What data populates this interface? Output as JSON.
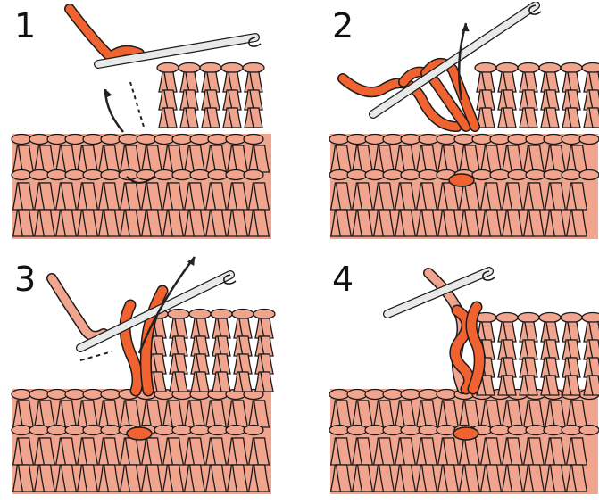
{
  "panels": [
    {
      "number": "1",
      "step": 1
    },
    {
      "number": "2",
      "step": 2
    },
    {
      "number": "3",
      "step": 3
    },
    {
      "number": "4",
      "step": 4
    }
  ],
  "colors": {
    "yarn_pink": "#f2a58e",
    "yarn_pink_dark": "#c86a53",
    "working_yarn": "#f0622f",
    "outline": "#1a1a1a",
    "hook": "#e8eaea",
    "arrow": "#222222"
  }
}
